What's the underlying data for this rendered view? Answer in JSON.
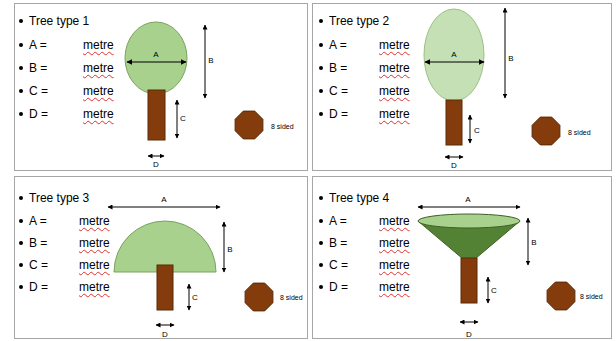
{
  "diagram": {
    "nodes": [
      {
        "text": [
          "Tree type 1",
          "A =",
          "metre",
          "B =",
          "metre",
          "C =",
          "metre",
          "D =",
          "metre"
        ]
      },
      {
        "text": [
          "Tree type 2",
          "A =",
          "metre",
          "B =",
          "metre",
          "C =",
          "metre",
          "D =",
          "metre"
        ]
      },
      {
        "text": [
          "Tree type 3",
          "A =",
          "metre",
          "B =",
          "metre",
          "C =",
          "metre",
          "D =",
          "metre"
        ]
      },
      {
        "text": [
          "Tree type 4",
          "A =",
          "metre",
          "B =",
          "metre",
          "C =",
          "metre",
          "D =",
          "metre"
        ]
      }
    ],
    "edges": [],
    "labels": [
      "A",
      "B",
      "C",
      "D",
      "8 sided",
      "A",
      "B",
      "C",
      "D",
      "8 sided",
      "A",
      "B",
      "C",
      "D",
      "8 sided",
      "A",
      "B",
      "C",
      "D",
      "8 sided"
    ]
  }
}
